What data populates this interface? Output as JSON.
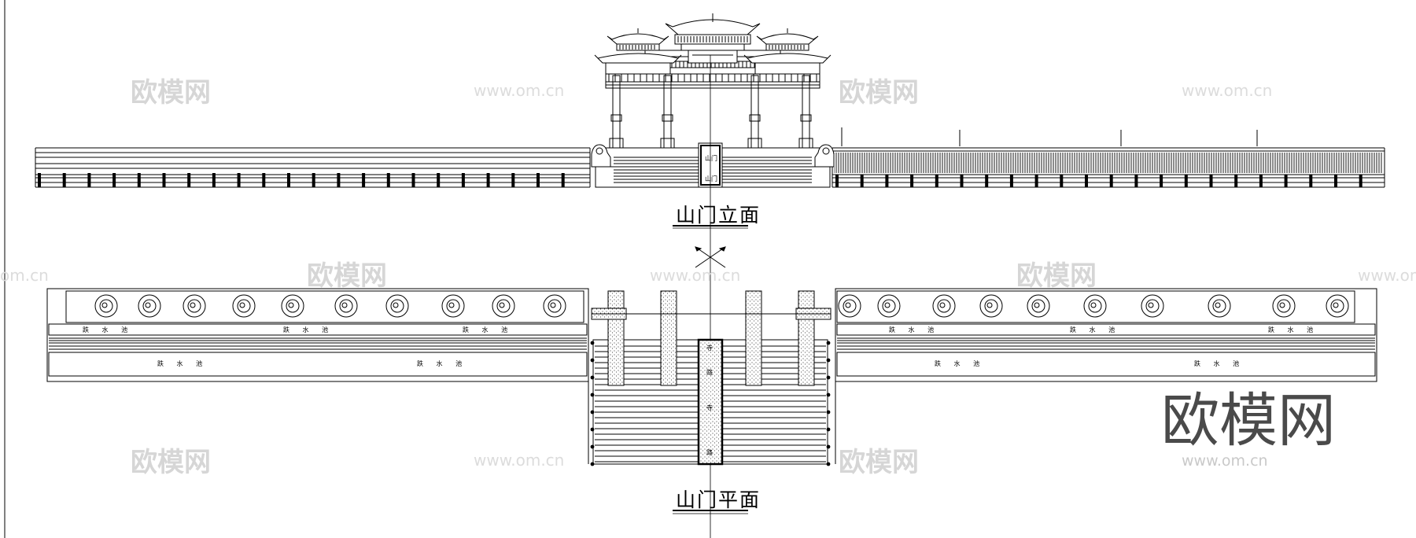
{
  "drawing": {
    "elevation_title": "山门立面",
    "plan_title": "山门平面",
    "pool_label": "跌 水 池",
    "plaque_top": "山门",
    "plaque_bottom": "山门",
    "path_marks": [
      "寺",
      "路",
      "寺",
      "路"
    ]
  },
  "watermarks": {
    "brand": "欧模网",
    "url": "www.om.cn",
    "url_fragment": "om.cn",
    "big_brand": "欧模网",
    "big_url": "www.om.cn"
  },
  "colors": {
    "line": "#000000",
    "watermark": "#d6d6d6",
    "big_watermark": "#4a4a4a"
  }
}
